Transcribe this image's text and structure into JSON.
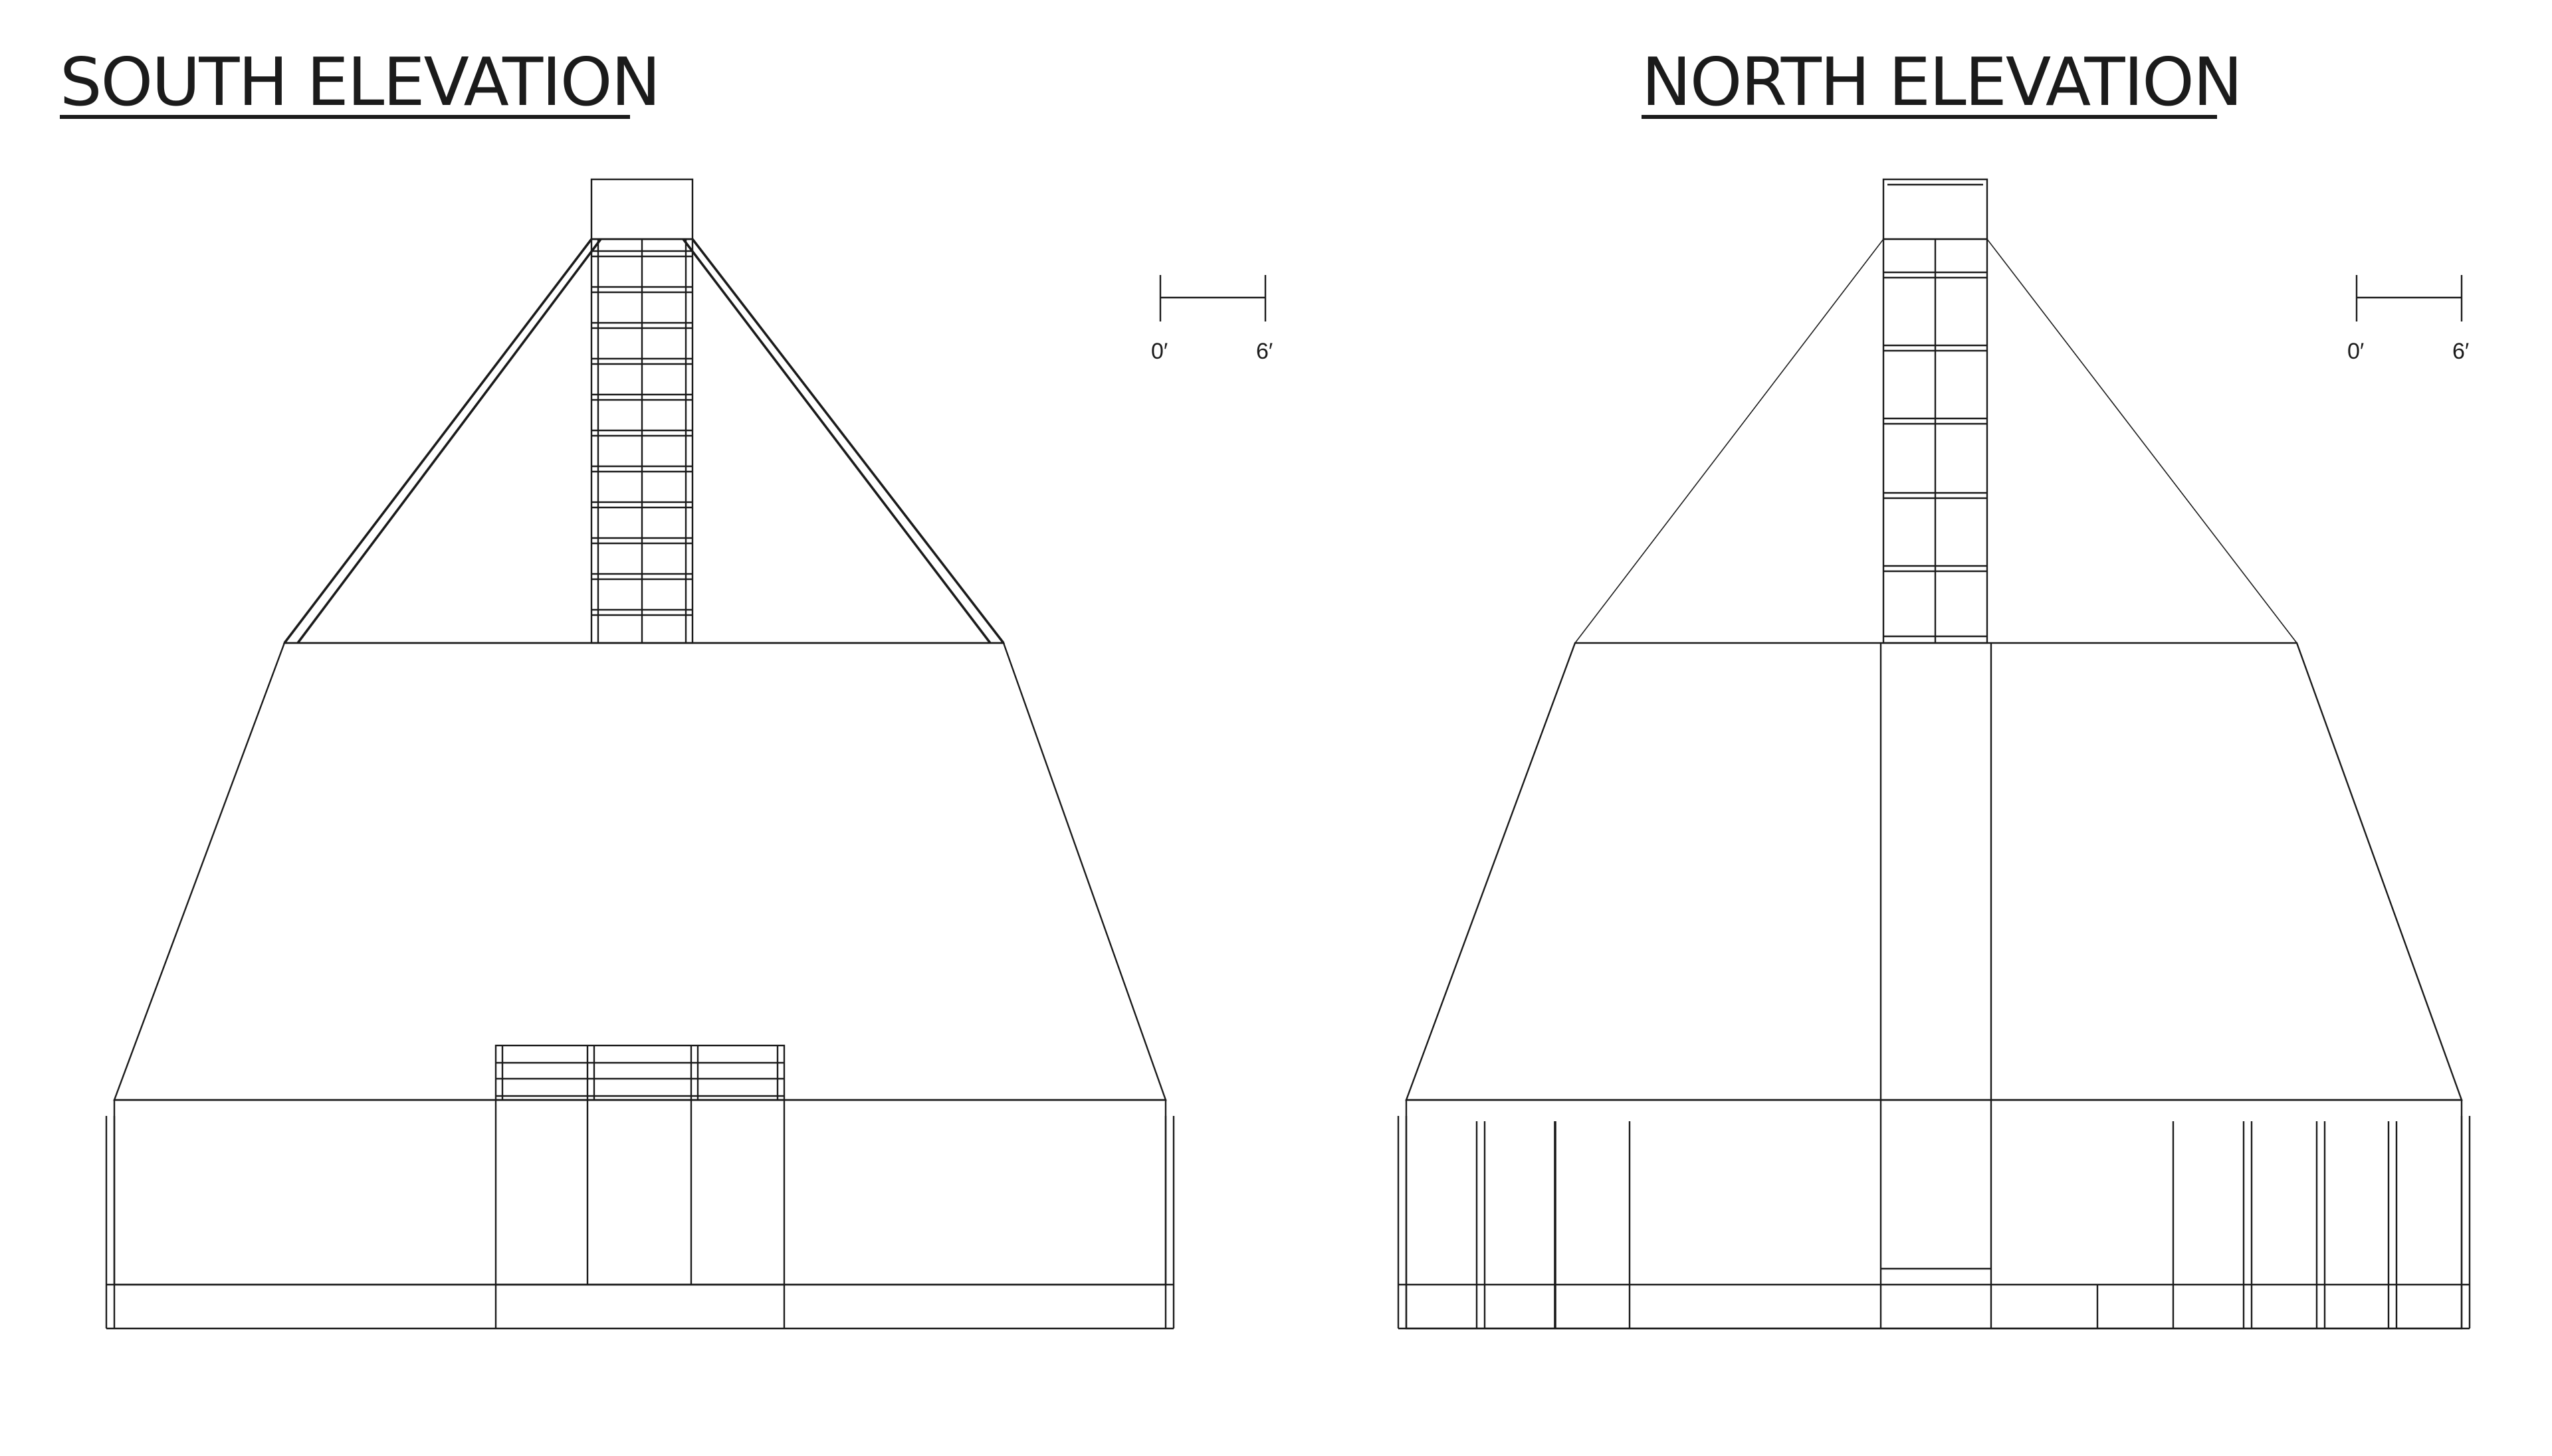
{
  "south_elevation": {
    "title": "SOUTH ELEVATION",
    "scale_bar": {
      "start_label": "0′",
      "end_label": "6′"
    }
  },
  "north_elevation": {
    "title": "NORTH ELEVATION",
    "scale_bar": {
      "start_label": "0′",
      "end_label": "6′"
    }
  },
  "colors": {
    "line": "#1b1b1b",
    "background": "#ffffff"
  }
}
